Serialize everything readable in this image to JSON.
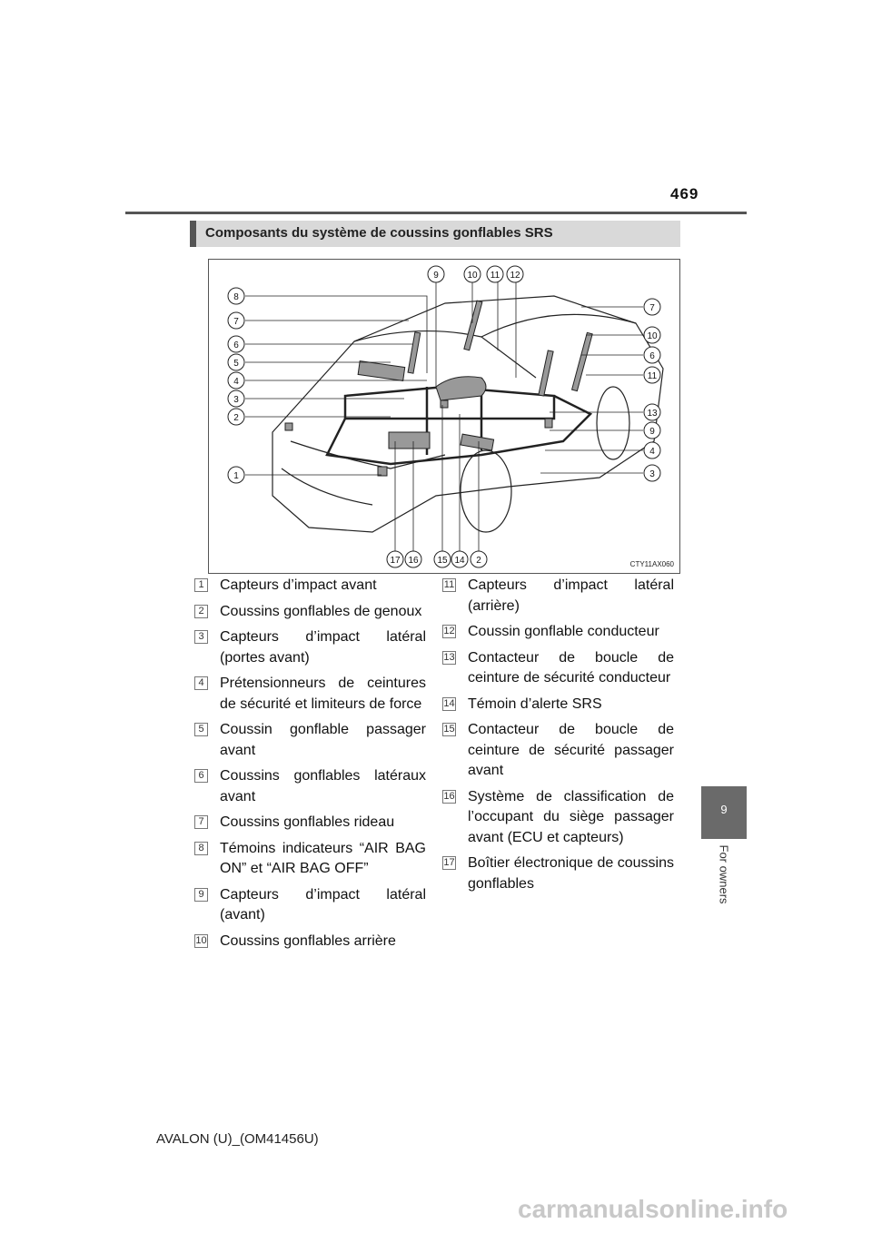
{
  "page": {
    "number": "469",
    "footer": "AVALON (U)_(OM41456U)",
    "watermark": "carmanualsonline.info"
  },
  "side_tab": {
    "chapter": "9",
    "label": "For owners"
  },
  "section": {
    "title": "Composants du système de coussins gonflables SRS"
  },
  "figure": {
    "code": "CTY11AX060",
    "callouts_left": [
      "8",
      "7",
      "6",
      "5",
      "4",
      "3",
      "2",
      "1"
    ],
    "callouts_right": [
      "7",
      "10",
      "6",
      "11",
      "13",
      "9",
      "4",
      "3"
    ],
    "callouts_top": [
      "9",
      "10",
      "11",
      "12"
    ],
    "callouts_bottom": [
      "17",
      "16",
      "15",
      "14",
      "2"
    ]
  },
  "legend_left": [
    {
      "num": "1",
      "text": "Capteurs d’impact avant"
    },
    {
      "num": "2",
      "text": "Coussins gonflables de genoux"
    },
    {
      "num": "3",
      "text": "Capteurs d’impact latéral (portes avant)"
    },
    {
      "num": "4",
      "text": "Prétensionneurs de ceintures de sécurité et limiteurs de force"
    },
    {
      "num": "5",
      "text": "Coussin gonflable passager avant"
    },
    {
      "num": "6",
      "text": "Coussins gonflables latéraux avant"
    },
    {
      "num": "7",
      "text": "Coussins gonflables rideau"
    },
    {
      "num": "8",
      "text": "Témoins indicateurs “AIR BAG ON” et “AIR BAG OFF”"
    },
    {
      "num": "9",
      "text": "Capteurs d’impact latéral (avant)"
    },
    {
      "num": "10",
      "text": "Coussins gonflables arrière"
    }
  ],
  "legend_right": [
    {
      "num": "11",
      "text": "Capteurs d’impact latéral (arrière)"
    },
    {
      "num": "12",
      "text": "Coussin gonflable conducteur"
    },
    {
      "num": "13",
      "text": "Contacteur de boucle de ceinture de sécurité conducteur"
    },
    {
      "num": "14",
      "text": "Témoin d’alerte SRS"
    },
    {
      "num": "15",
      "text": "Contacteur de boucle de ceinture de sécurité passager avant"
    },
    {
      "num": "16",
      "text": "Système de classification de l’occupant du siège passager avant (ECU et capteurs)"
    },
    {
      "num": "17",
      "text": "Boîtier électronique de coussins gonflables"
    }
  ]
}
